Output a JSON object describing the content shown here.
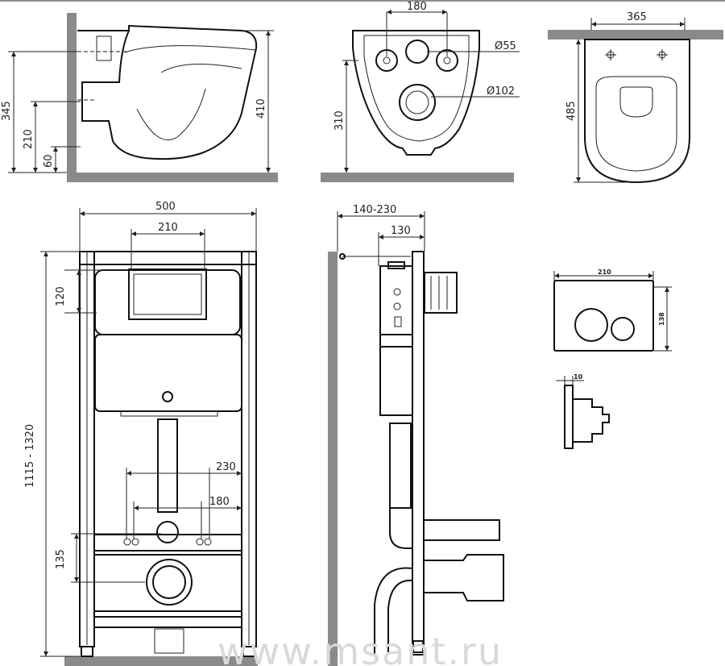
{
  "views": {
    "side_bowl": {
      "dims": {
        "d345": "345",
        "d210": "210",
        "d60": "60",
        "d410": "410"
      }
    },
    "front_bowl": {
      "dims": {
        "d180": "180",
        "d310": "310",
        "d55": "Ø55",
        "d102": "Ø102"
      }
    },
    "top_bowl": {
      "dims": {
        "d365": "365",
        "d485": "485"
      }
    },
    "frame_front": {
      "dims": {
        "d500": "500",
        "d210": "210",
        "d120": "120",
        "d1115": "1115 - 1320",
        "d230": "230",
        "d180": "180",
        "d135": "135"
      }
    },
    "frame_side": {
      "dims": {
        "d140": "140-230",
        "d130": "130"
      }
    },
    "flush_plate": {
      "dims": {
        "d210": "210",
        "d138": "138",
        "d10": "10"
      }
    }
  },
  "watermark": "www.msant.ru",
  "colors": {
    "line": "#222222",
    "wall": "#8a8a8a"
  }
}
